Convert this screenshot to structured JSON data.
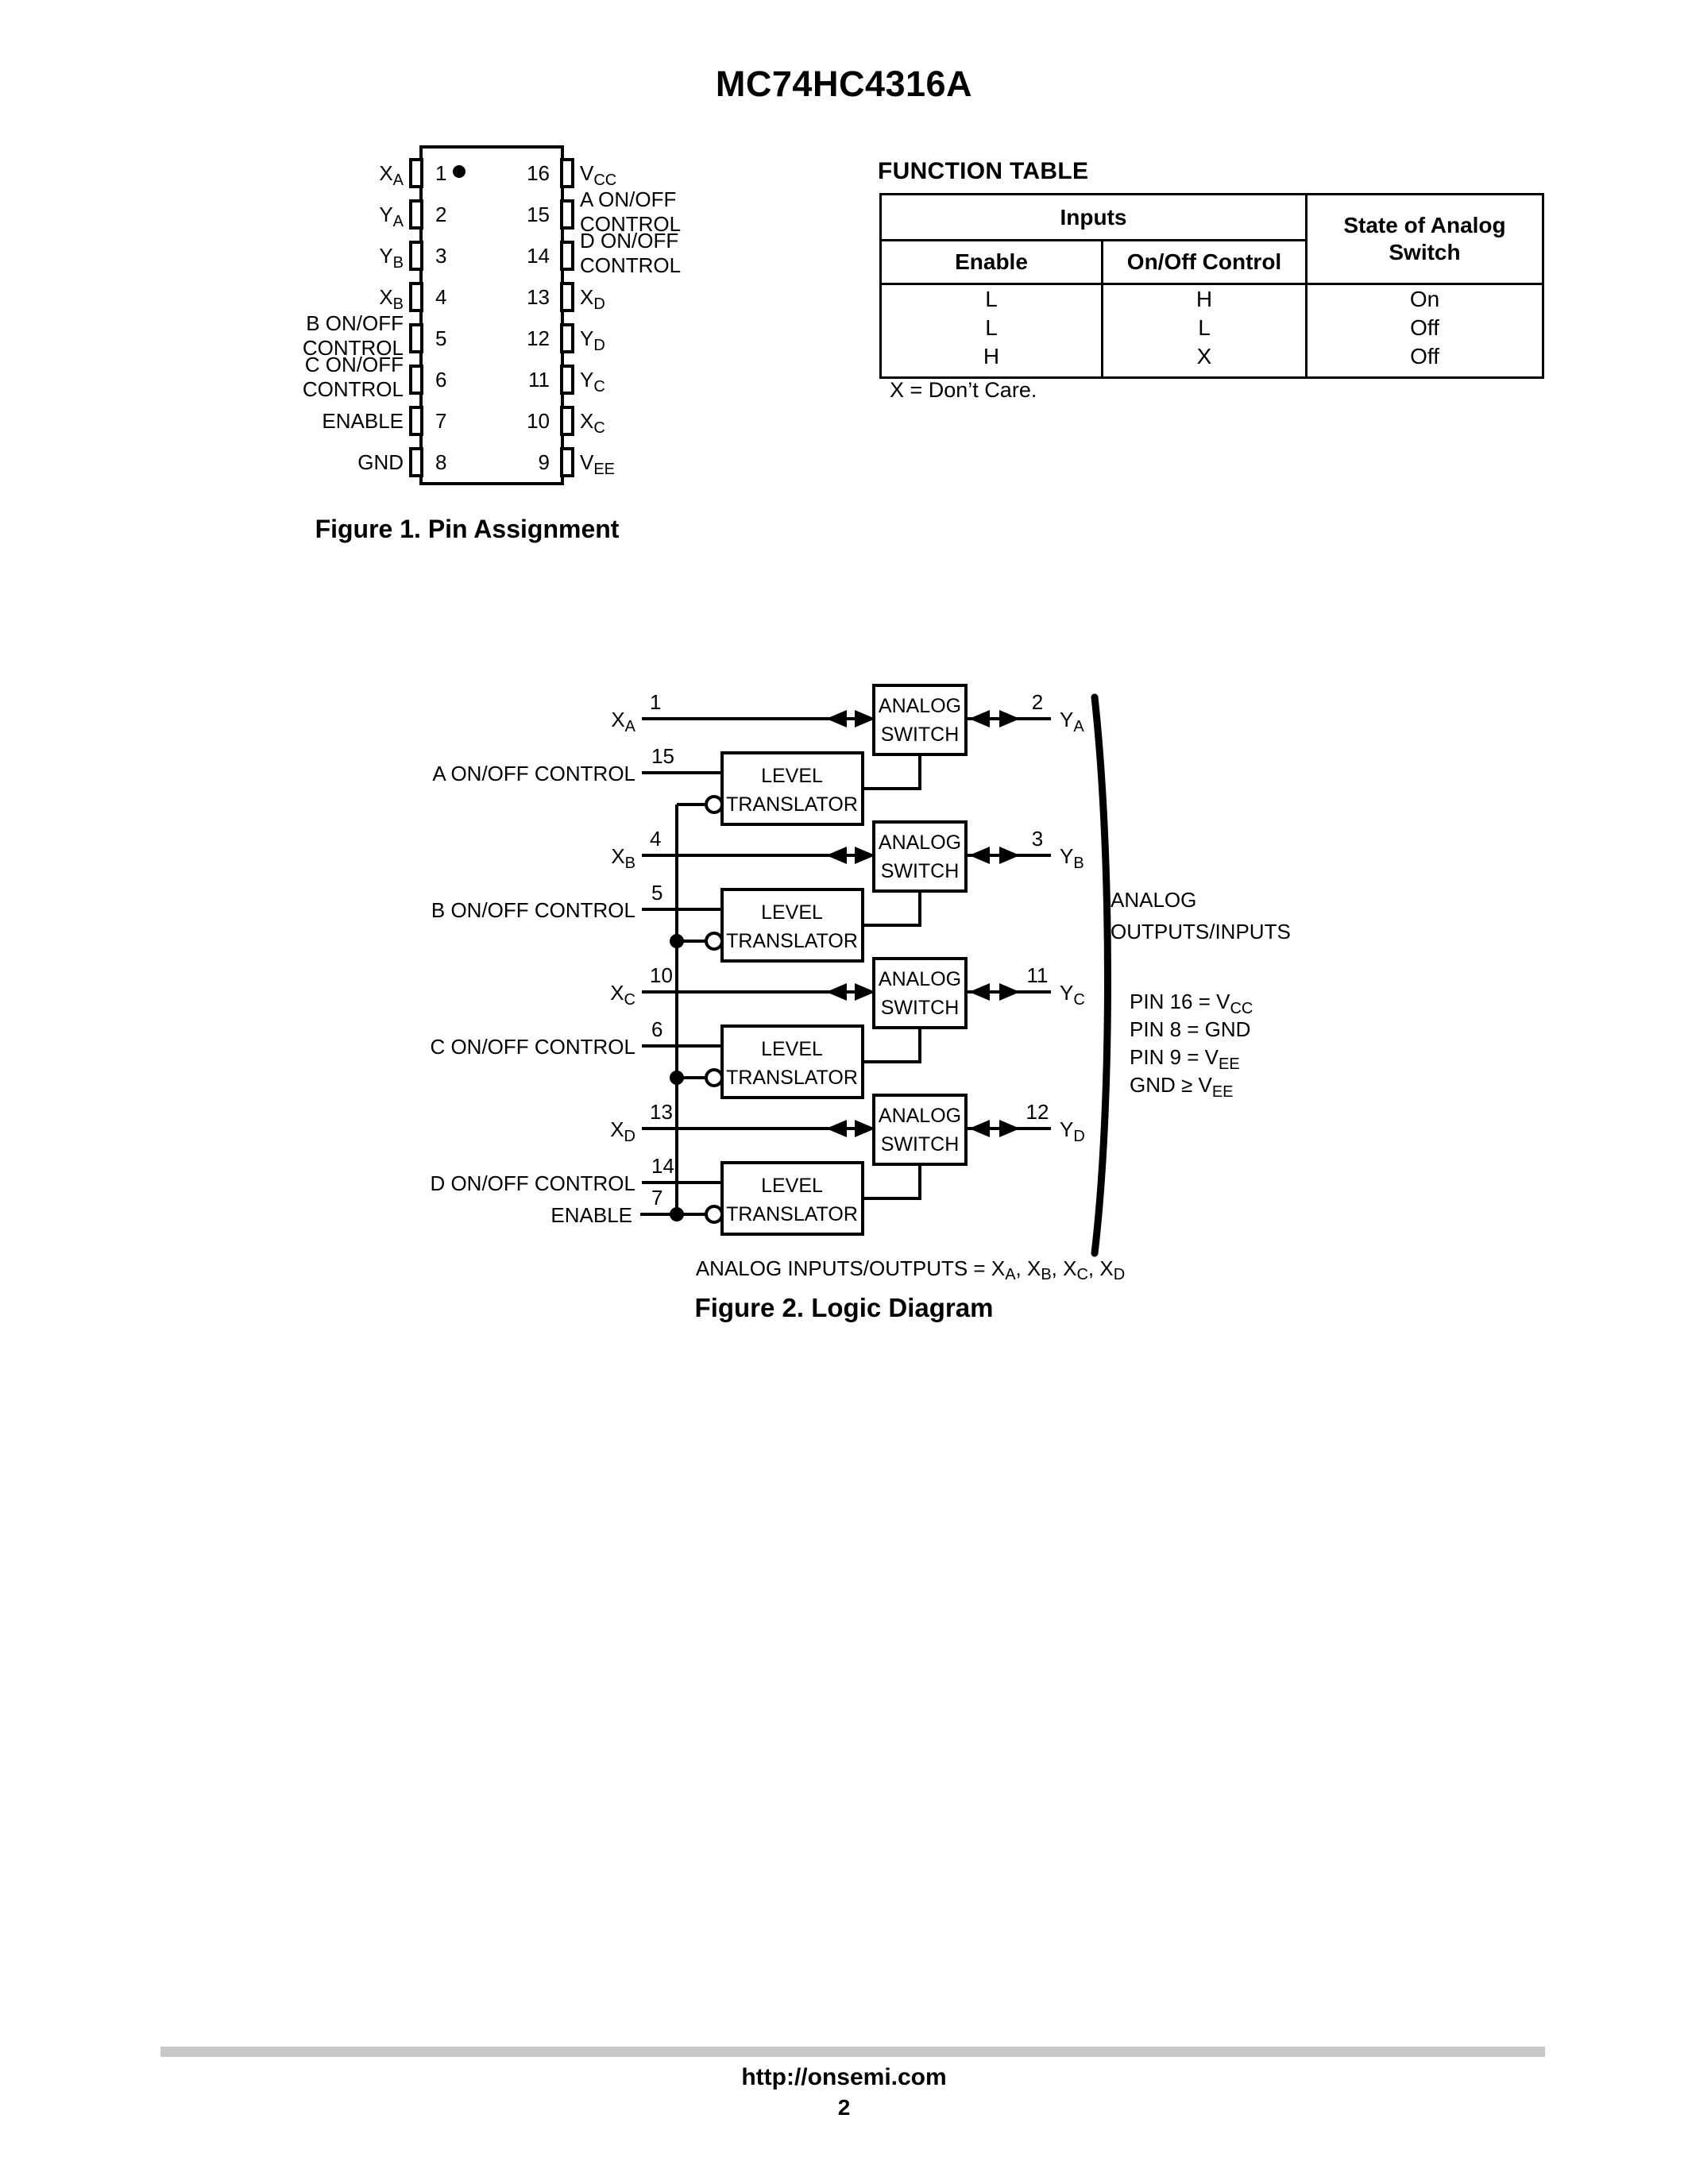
{
  "page": {
    "title": "MC74HC4316A",
    "footer_url": "http://onsemi.com",
    "footer_page": "2"
  },
  "figure1": {
    "caption": "Figure 1. Pin Assignment",
    "left_pins": [
      {
        "num": "1",
        "base": "X",
        "sub": "A"
      },
      {
        "num": "2",
        "base": "Y",
        "sub": "A"
      },
      {
        "num": "3",
        "base": "Y",
        "sub": "B"
      },
      {
        "num": "4",
        "base": "X",
        "sub": "B"
      },
      {
        "num": "5",
        "line1": "B ON/OFF",
        "line2": "CONTROL"
      },
      {
        "num": "6",
        "line1": "C ON/OFF",
        "line2": "CONTROL"
      },
      {
        "num": "7",
        "base": "ENABLE",
        "sub": ""
      },
      {
        "num": "8",
        "base": "GND",
        "sub": ""
      }
    ],
    "right_pins": [
      {
        "num": "16",
        "base": "V",
        "sub": "CC"
      },
      {
        "num": "15",
        "line1": "A ON/OFF",
        "line2": "CONTROL"
      },
      {
        "num": "14",
        "line1": "D ON/OFF",
        "line2": "CONTROL"
      },
      {
        "num": "13",
        "base": "X",
        "sub": "D"
      },
      {
        "num": "12",
        "base": "Y",
        "sub": "D"
      },
      {
        "num": "11",
        "base": "Y",
        "sub": "C"
      },
      {
        "num": "10",
        "base": "X",
        "sub": "C"
      },
      {
        "num": "9",
        "base": "V",
        "sub": "EE"
      }
    ]
  },
  "function_table": {
    "title": "FUNCTION TABLE",
    "inputs_header": "Inputs",
    "state_header": "State of Analog Switch",
    "enable_header": "Enable",
    "onoff_header": "On/Off Control",
    "rows": {
      "enable": [
        "L",
        "L",
        "H"
      ],
      "onoff": [
        "H",
        "L",
        "X"
      ],
      "state": [
        "On",
        "Off",
        "Off"
      ]
    },
    "note": "X = Don’t Care."
  },
  "figure2": {
    "caption": "Figure 2. Logic Diagram",
    "switch_line1": "ANALOG",
    "switch_line2": "SWITCH",
    "translator_line1": "LEVEL",
    "translator_line2": "TRANSLATOR",
    "channels": [
      {
        "x_pin": "1",
        "x_base": "X",
        "x_sub": "A",
        "y_pin": "2",
        "y_base": "Y",
        "y_sub": "A",
        "ctrl": "A ON/OFF CONTROL",
        "ctrl_pin": "15"
      },
      {
        "x_pin": "4",
        "x_base": "X",
        "x_sub": "B",
        "y_pin": "3",
        "y_base": "Y",
        "y_sub": "B",
        "ctrl": "B ON/OFF CONTROL",
        "ctrl_pin": "5"
      },
      {
        "x_pin": "10",
        "x_base": "X",
        "x_sub": "C",
        "y_pin": "11",
        "y_base": "Y",
        "y_sub": "C",
        "ctrl": "C ON/OFF CONTROL",
        "ctrl_pin": "6"
      },
      {
        "x_pin": "13",
        "x_base": "X",
        "x_sub": "D",
        "y_pin": "12",
        "y_base": "Y",
        "y_sub": "D",
        "ctrl": "D ON/OFF CONTROL",
        "ctrl_pin": "14"
      }
    ],
    "enable_label": "ENABLE",
    "enable_pin": "7",
    "brace_line1": "ANALOG",
    "brace_line2": "OUTPUTS/INPUTS",
    "notes": [
      {
        "t": "PIN 16 = V",
        "sub": "CC"
      },
      {
        "t": "PIN 8 = GND",
        "sub": ""
      },
      {
        "t": "PIN 9 = V",
        "sub": "EE"
      },
      {
        "t": "GND ≥ V",
        "sub": "EE"
      }
    ],
    "io_note": {
      "p1": "ANALOG INPUTS/OUTPUTS = X",
      "s1": "A",
      "p2": ", X",
      "s2": "B",
      "p3": ", X",
      "s3": "C",
      "p4": ", X",
      "s4": "D"
    }
  }
}
